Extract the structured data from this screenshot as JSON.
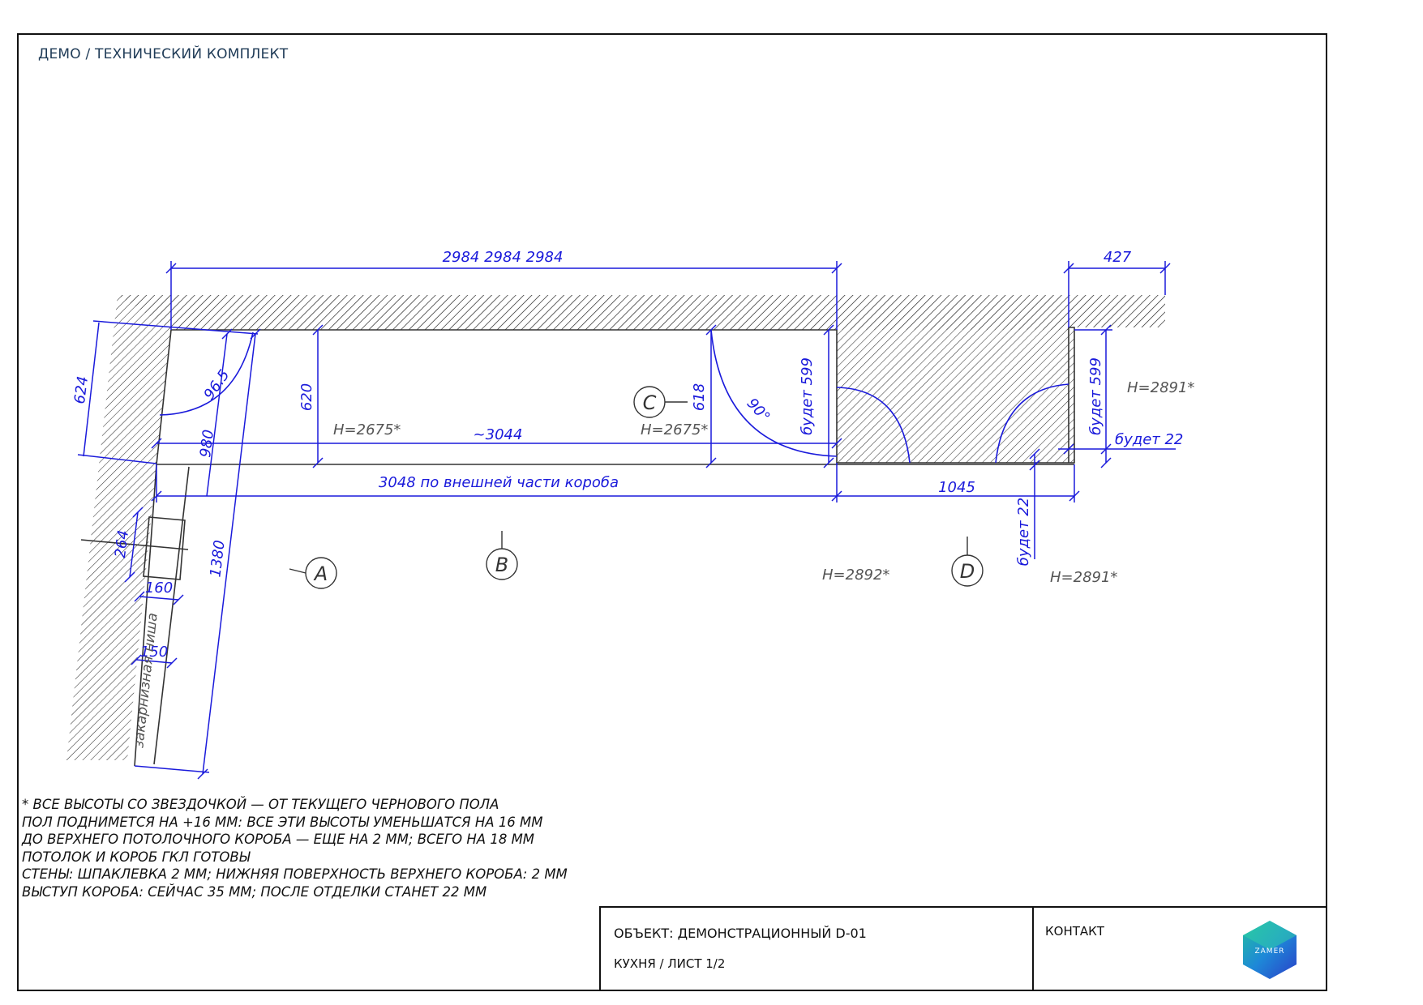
{
  "header": {
    "label": "ДЕМО / ТЕХНИЧЕСКИЙ КОМПЛЕКТ"
  },
  "colors": {
    "dimension": "#1a1adb",
    "wall_hatch": "#333333",
    "outline": "#111111",
    "annotation": "#555555",
    "header_text": "#1f3b57"
  },
  "dimensions": {
    "top_total": "2984   2984   2984",
    "right_stub": "427",
    "left_wall": "624",
    "angle_left": "96.5",
    "angle_right": "90°",
    "depth_620": "620",
    "depth_618": "618",
    "diag_980": "980",
    "diag_1380": "1380",
    "inner_length": "~3044",
    "outer_box": "3048  по внешней части короба",
    "segment_1045": "1045",
    "will_be_599_a": "будет 599",
    "will_be_599_b": "будет 599",
    "will_be_22_a": "будет 22",
    "will_be_22_b": "будет 22",
    "niche_264": "264",
    "niche_160": "160",
    "niche_150": "150",
    "niche_label": "закарнизная ниша"
  },
  "heights": {
    "h1": "H=2675*",
    "h2": "H=2675*",
    "h3": "H=2891*",
    "h4": "H=2892*",
    "h5": "H=2891*"
  },
  "wall_labels": {
    "a": "A",
    "b": "B",
    "c": "C",
    "d": "D"
  },
  "notes": [
    "* ВСЕ ВЫСОТЫ СО ЗВЕЗДОЧКОЙ — ОТ ТЕКУЩЕГО ЧЕРНОВОГО ПОЛА",
    "ПОЛ ПОДНИМЕТСЯ НА +16 ММ: ВСЕ ЭТИ ВЫСОТЫ УМЕНЬШАТСЯ НА 16 ММ",
    "ДО ВЕРХНЕГО ПОТОЛОЧНОГО КОРОБА — ЕЩЕ НА 2 ММ; ВСЕГО НА 18 ММ",
    "ПОТОЛОК И КОРОБ ГКЛ ГОТОВЫ",
    "СТЕНЫ: ШПАКЛЕВКА 2 ММ; НИЖНЯЯ ПОВЕРХНОСТЬ ВЕРХНЕГО КОРОБА: 2 ММ",
    "ВЫСТУП КОРОБА: СЕЙЧАС 35 ММ; ПОСЛЕ ОТДЕЛКИ СТАНЕТ 22 ММ"
  ],
  "title_block": {
    "object": "ОБЪЕКТ: ДЕМОНСТРАЦИОННЫЙ D-01",
    "sheet": "КУХНЯ / ЛИСТ 1/2",
    "contact": "КОНТАКТ",
    "logo_text": "ZAMER"
  }
}
